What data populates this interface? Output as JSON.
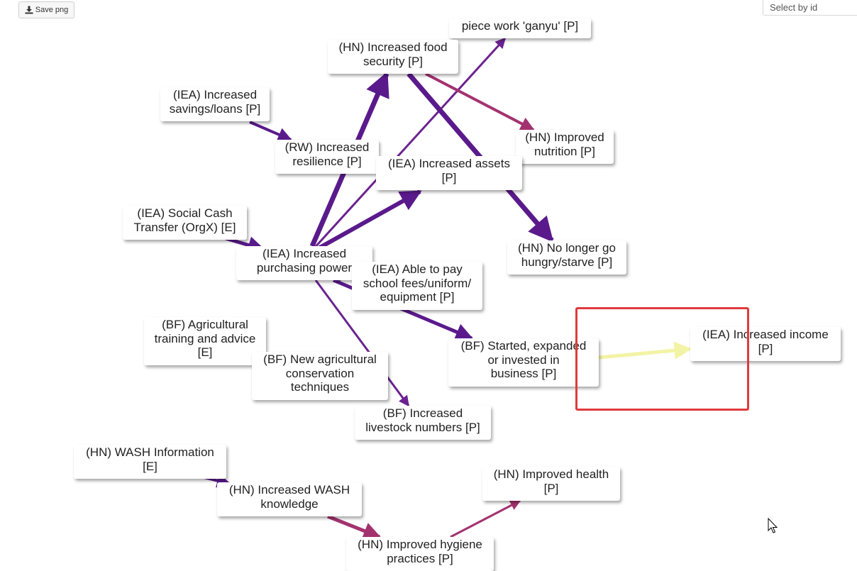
{
  "toolbar": {
    "save_label": "Save png"
  },
  "select": {
    "placeholder": "Select by id"
  },
  "colors": {
    "dark_purple": "#5a1a8c",
    "mid_purple": "#6b2290",
    "magenta": "#a3336f",
    "pale_yellow": "#f3f3a6",
    "highlight_red": "#e03a3e"
  },
  "nodes": [
    {
      "id": "piece-work",
      "label": "piece work 'ganyu' [P]"
    },
    {
      "id": "food-security",
      "label": "(HN) Increased food\nsecurity [P]"
    },
    {
      "id": "savings",
      "label": "(IEA) Increased\nsavings/loans [P]"
    },
    {
      "id": "resilience",
      "label": "(RW) Increased\nresilience [P]"
    },
    {
      "id": "nutrition",
      "label": "(HN) Improved\nnutrition [P]"
    },
    {
      "id": "assets",
      "label": "(IEA) Increased assets\n[P]"
    },
    {
      "id": "cash-transfer",
      "label": "(IEA) Social Cash\nTransfer (OrgX) [E]"
    },
    {
      "id": "hungry",
      "label": "(HN) No longer go\nhungry/starve [P]"
    },
    {
      "id": "purchasing",
      "label": "(IEA) Increased\npurchasing power"
    },
    {
      "id": "school-fees",
      "label": "(IEA) Able to pay\nschool fees/uniform/\nequipment [P]"
    },
    {
      "id": "agri-training",
      "label": "(BF) Agricultural\ntraining and advice\n[E]"
    },
    {
      "id": "business",
      "label": "(BF) Started, expanded\nor invested in\nbusiness [P]"
    },
    {
      "id": "income",
      "label": "(IEA) Increased income\n[P]"
    },
    {
      "id": "agri-techniques",
      "label": "(BF) New agricultural\nconservation\ntechniques"
    },
    {
      "id": "livestock",
      "label": "(BF) Increased\nlivestock numbers [P]"
    },
    {
      "id": "wash-info",
      "label": "(HN) WASH Information\n[E]"
    },
    {
      "id": "health",
      "label": "(HN) Improved health\n[P]"
    },
    {
      "id": "wash-knowledge",
      "label": "(HN) Increased WASH\nknowledge"
    },
    {
      "id": "hygiene",
      "label": "(HN) Improved hygiene\npractices [P]"
    }
  ],
  "edges": [
    {
      "from": "purchasing",
      "to": "food-security",
      "color": "dark_purple"
    },
    {
      "from": "purchasing",
      "to": "piece-work",
      "color": "mid_purple"
    },
    {
      "from": "purchasing",
      "to": "assets",
      "color": "dark_purple"
    },
    {
      "from": "purchasing",
      "to": "school-fees",
      "color": "dark_purple"
    },
    {
      "from": "purchasing",
      "to": "business",
      "color": "dark_purple"
    },
    {
      "from": "purchasing",
      "to": "livestock",
      "color": "mid_purple"
    },
    {
      "from": "savings",
      "to": "resilience",
      "color": "dark_purple"
    },
    {
      "from": "cash-transfer",
      "to": "purchasing",
      "color": "dark_purple"
    },
    {
      "from": "food-security",
      "to": "nutrition",
      "color": "magenta"
    },
    {
      "from": "food-security",
      "to": "hungry",
      "color": "dark_purple"
    },
    {
      "from": "agri-training",
      "to": "agri-techniques",
      "color": "dark_purple"
    },
    {
      "from": "business",
      "to": "income",
      "color": "pale_yellow"
    },
    {
      "from": "wash-info",
      "to": "wash-knowledge",
      "color": "dark_purple"
    },
    {
      "from": "wash-knowledge",
      "to": "hygiene",
      "color": "magenta"
    },
    {
      "from": "hygiene",
      "to": "health",
      "color": "magenta"
    }
  ]
}
